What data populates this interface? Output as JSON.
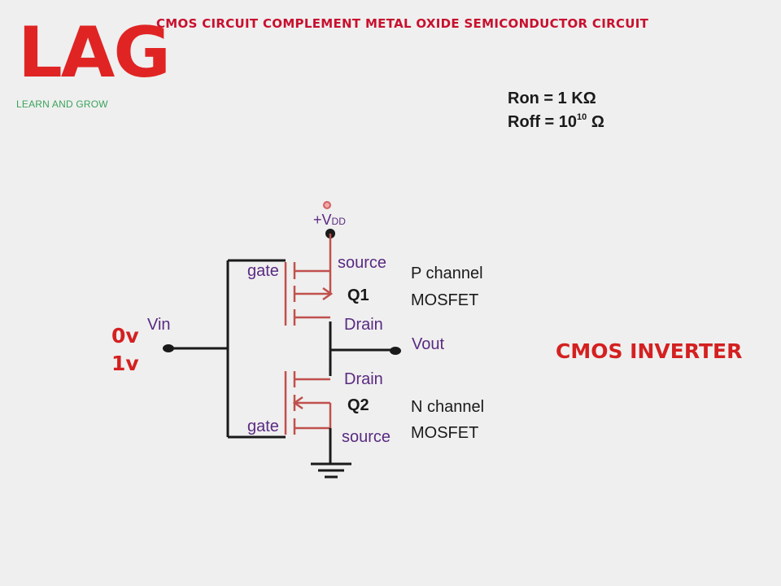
{
  "header": {
    "title": "CMOS CIRCUIT COMPLEMENT METAL OXIDE SEMICONDUCTOR CIRCUIT"
  },
  "logo": {
    "mark": "LAG",
    "tagline": "LEARN AND GROW"
  },
  "parameters": {
    "ron": "Ron = 1 KΩ",
    "roff_prefix": "Roff = 10",
    "roff_exponent": "10",
    "roff_unit": " Ω"
  },
  "diagram": {
    "supply_plus": "+V",
    "supply_sub": "DD",
    "input_levels": [
      "0v",
      "1v"
    ],
    "input_label": "Vin",
    "output_label": "Vout",
    "pmos": {
      "gate": "gate",
      "source": "source",
      "drain": "Drain",
      "name": "Q1",
      "type_line1": "P channel",
      "type_line2": "MOSFET"
    },
    "nmos": {
      "gate": "gate",
      "source": "source",
      "drain": "Drain",
      "name": "Q2",
      "type_line1": "N channel",
      "type_line2": "MOSFET"
    },
    "caption": "CMOS INVERTER"
  },
  "colors": {
    "wire": "#1a1a1a",
    "device": "#c0504d",
    "label_purple": "#5a2a82",
    "accent_red": "#d42020",
    "logo_green": "#3aa35b"
  }
}
